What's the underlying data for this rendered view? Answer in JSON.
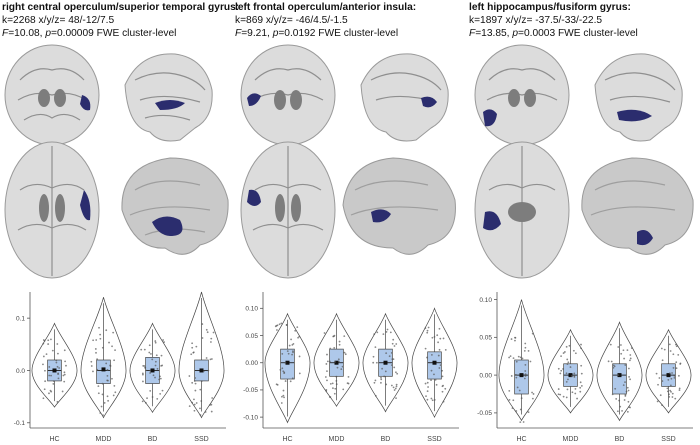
{
  "panels": [
    {
      "region": "right central operculum/superior temporal gyrus:",
      "stats_line1": "k=2268 x/y/z= 48/-12/7.5",
      "F_label": "F",
      "F_rest": "=10.08, ",
      "p_label": "p",
      "p_rest": "=0.00009 FWE cluster-level",
      "chart_data": {
        "type": "violin",
        "categories": [
          "HC",
          "MDD",
          "BD",
          "SSD"
        ],
        "ylim": [
          -0.11,
          0.15
        ],
        "yticks": [
          "-0.1",
          "0.0",
          "0.1"
        ],
        "ytick_values": [
          -0.1,
          0.0,
          0.1
        ],
        "box_color": "#aec8ea",
        "groups": [
          {
            "median": 0.0,
            "q1": -0.02,
            "q3": 0.02,
            "mean": 0.0,
            "min": -0.07,
            "max": 0.09
          },
          {
            "median": 0.0,
            "q1": -0.025,
            "q3": 0.02,
            "mean": 0.002,
            "min": -0.09,
            "max": 0.14
          },
          {
            "median": 0.0,
            "q1": -0.025,
            "q3": 0.025,
            "mean": 0.0,
            "min": -0.08,
            "max": 0.09
          },
          {
            "median": 0.0,
            "q1": -0.02,
            "q3": 0.02,
            "mean": 0.0,
            "min": -0.09,
            "max": 0.15
          }
        ]
      }
    },
    {
      "region": "left frontal operculum/anterior insula:",
      "stats_line1": "k=869 x/y/z= -46/4.5/-1.5",
      "F_label": "F",
      "F_rest": "=9.21, ",
      "p_label": "p",
      "p_rest": "=0.0192 FWE cluster-level",
      "chart_data": {
        "type": "violin",
        "categories": [
          "HC",
          "MDD",
          "BD",
          "SSD"
        ],
        "ylim": [
          -0.12,
          0.13
        ],
        "yticks": [
          "-0.10",
          "-0.05",
          "0.00",
          "0.05",
          "0.10"
        ],
        "ytick_values": [
          -0.1,
          -0.05,
          0.0,
          0.05,
          0.1
        ],
        "box_color": "#aec8ea",
        "groups": [
          {
            "median": 0.0,
            "q1": -0.03,
            "q3": 0.025,
            "mean": 0.0,
            "min": -0.11,
            "max": 0.09
          },
          {
            "median": 0.0,
            "q1": -0.025,
            "q3": 0.025,
            "mean": 0.0,
            "min": -0.08,
            "max": 0.09
          },
          {
            "median": 0.0,
            "q1": -0.025,
            "q3": 0.025,
            "mean": 0.0,
            "min": -0.09,
            "max": 0.09
          },
          {
            "median": 0.0,
            "q1": -0.03,
            "q3": 0.02,
            "mean": 0.0,
            "min": -0.1,
            "max": 0.1
          }
        ]
      }
    },
    {
      "region": "left hippocampus/fusiform gyrus:",
      "stats_line1": "k=1897 x/y/z= -37.5/-33/-22.5",
      "F_label": "F",
      "F_rest": "=13.85, ",
      "p_label": "p",
      "p_rest": "=0.0003 FWE cluster-level",
      "chart_data": {
        "type": "violin",
        "categories": [
          "HC",
          "MDD",
          "BD",
          "SSD"
        ],
        "ylim": [
          -0.07,
          0.11
        ],
        "yticks": [
          "-0.05",
          "0.00",
          "0.05",
          "0.10"
        ],
        "ytick_values": [
          -0.05,
          0.0,
          0.05,
          0.1
        ],
        "box_color": "#aec8ea",
        "groups": [
          {
            "median": 0.0,
            "q1": -0.025,
            "q3": 0.02,
            "mean": 0.0,
            "min": -0.06,
            "max": 0.1
          },
          {
            "median": 0.0,
            "q1": -0.015,
            "q3": 0.015,
            "mean": 0.0,
            "min": -0.05,
            "max": 0.06
          },
          {
            "median": 0.0,
            "q1": -0.025,
            "q3": 0.015,
            "mean": 0.0,
            "min": -0.06,
            "max": 0.07
          },
          {
            "median": 0.0,
            "q1": -0.015,
            "q3": 0.015,
            "mean": 0.0,
            "min": -0.05,
            "max": 0.06
          }
        ]
      }
    }
  ],
  "colors": {
    "cluster": "#2b2d6e",
    "brain_gray": "#d6d6d6",
    "brain_dark": "#a9a9a9",
    "box": "#aec8ea"
  }
}
